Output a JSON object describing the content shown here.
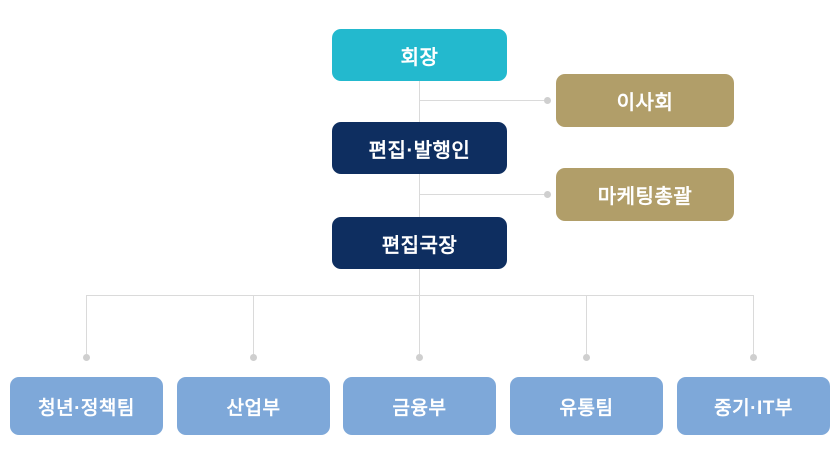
{
  "colors": {
    "background": "#ffffff",
    "chairman_bg": "#23b9ce",
    "executive_bg": "#0e2e60",
    "advisory_bg": "#b19e69",
    "department_bg": "#7ea8d9",
    "connector": "#dadada",
    "connector_dot": "#cfcfcf",
    "node_text": "#ffffff"
  },
  "org_chart": {
    "chairman": {
      "label": "회장"
    },
    "board": {
      "label": "이사회"
    },
    "publisher": {
      "label": "편집·발행인"
    },
    "marketing": {
      "label": "마케팅총괄"
    },
    "editor_in_chief": {
      "label": "편집국장"
    },
    "departments": [
      {
        "label": "청년·정책팀"
      },
      {
        "label": "산업부"
      },
      {
        "label": "금융부"
      },
      {
        "label": "유통팀"
      },
      {
        "label": "중기·IT부"
      }
    ]
  }
}
